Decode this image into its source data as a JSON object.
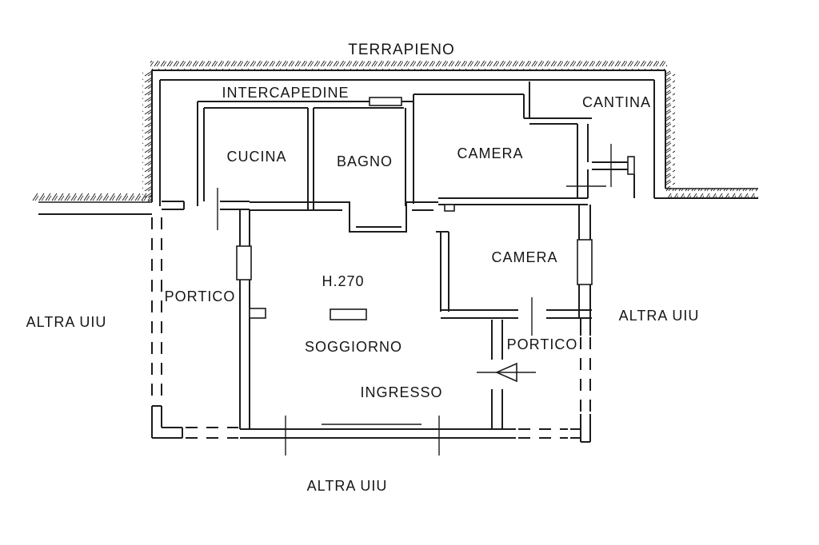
{
  "plan": {
    "type": "floor-plan",
    "labels": {
      "terrapieno": "TERRAPIENO",
      "intercapedine": "INTERCAPEDINE",
      "cantina": "CANTINA",
      "cucina": "CUCINA",
      "bagno": "BAGNO",
      "camera_top": "CAMERA",
      "camera_bottom": "CAMERA",
      "soggiorno": "SOGGIORNO",
      "ingresso": "INGRESSO",
      "portico_left": "PORTICO",
      "portico_right": "PORTICO",
      "altra_uiu_left": "ALTRA UIU",
      "altra_uiu_right": "ALTRA UIU",
      "altra_uiu_bottom": "ALTRA UIU",
      "height_note": "H.270"
    },
    "colors": {
      "line": "#1c1c1c",
      "background": "#ffffff",
      "text": "#161616"
    }
  }
}
